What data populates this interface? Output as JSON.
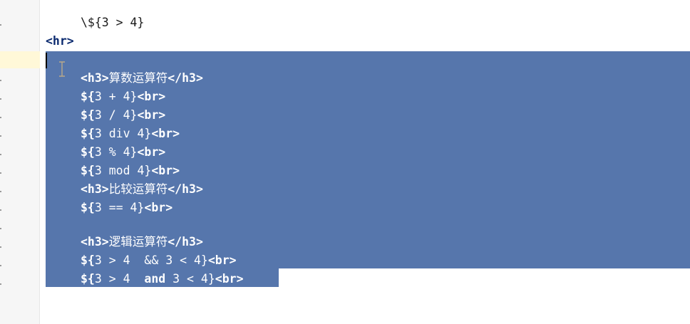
{
  "editor": {
    "lines": [
      {
        "text": "\\${3 > 4}"
      },
      {
        "tag": "<hr>"
      },
      {
        "text": ""
      },
      {
        "tag": "<h3>",
        "cjk": "算数运算符",
        "tag_close": "</h3>"
      },
      {
        "bold": "${",
        "text": "3 + 4}",
        "tag": "<br>"
      },
      {
        "bold": "${",
        "text": "3 / 4}",
        "tag": "<br>"
      },
      {
        "bold": "${",
        "text": "3 div 4}",
        "tag": "<br>"
      },
      {
        "bold": "${",
        "text": "3 % 4}",
        "tag": "<br>"
      },
      {
        "bold": "${",
        "text": "3 mod 4}",
        "tag": "<br>"
      },
      {
        "tag": "<h3>",
        "cjk": "比较运算符",
        "tag_close": "</h3>"
      },
      {
        "bold": "${",
        "text": "3 == 4}",
        "tag": "<br>"
      },
      {
        "text": ""
      },
      {
        "tag": "<h3>",
        "cjk": "逻辑运算符",
        "tag_close": "</h3>"
      },
      {
        "bold": "${",
        "text": "3 > 4  && 3 < 4}",
        "tag": "<br>"
      },
      {
        "bold": "${",
        "text": "3 > 4  ",
        "kw": "and",
        "text2": " 3 < 4}",
        "tag": "<br>"
      }
    ]
  },
  "colors": {
    "selection": "#5676ac",
    "gutter": "#f6f6f6",
    "tag": "#0b2a6f"
  }
}
